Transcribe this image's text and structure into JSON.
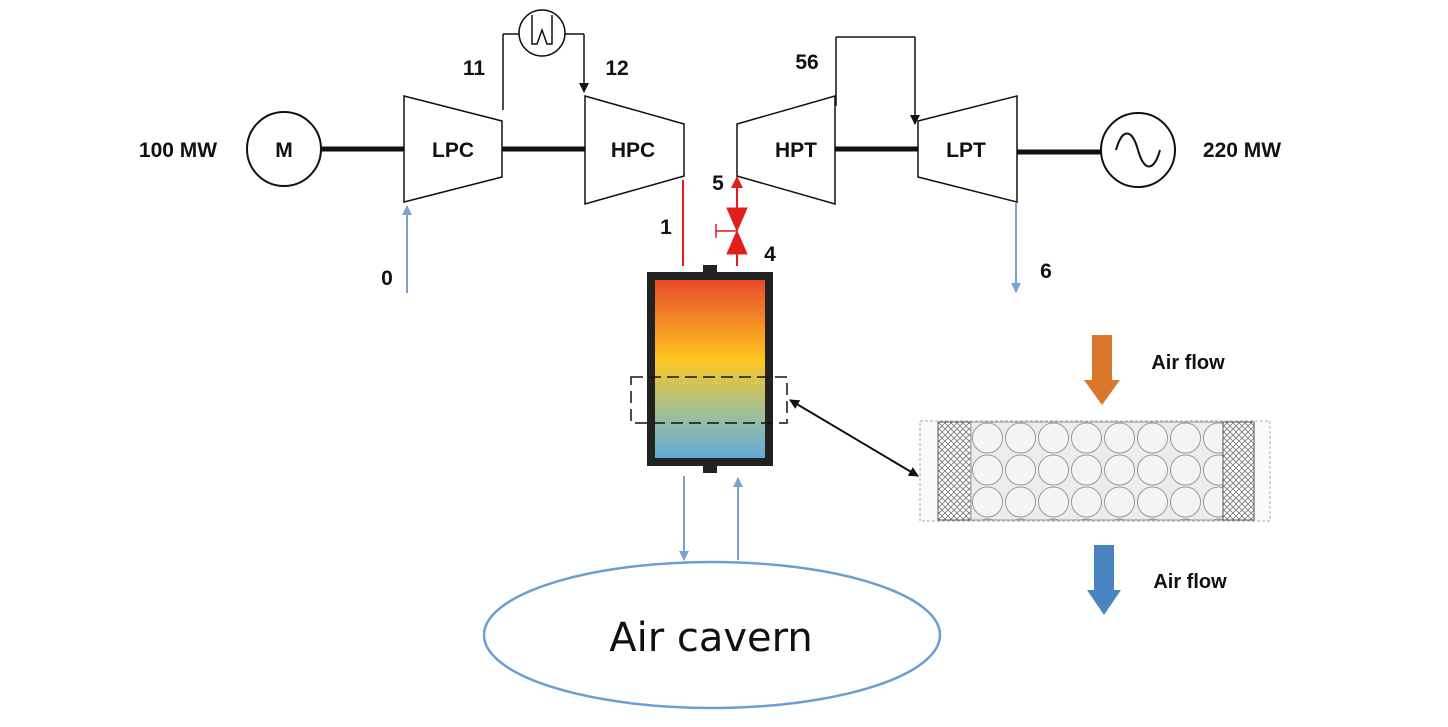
{
  "labels": {
    "motor_power": "100 MW",
    "generator_power": "220 MW",
    "motor": "M",
    "lpc": "LPC",
    "hpc": "HPC",
    "hpt": "HPT",
    "lpt": "LPT",
    "state_0": "0",
    "state_1": "1",
    "state_4": "4",
    "state_5": "5",
    "state_6": "6",
    "state_11": "11",
    "state_12": "12",
    "state_56": "56",
    "cavern": "Air cavern",
    "air_flow_top": "Air flow",
    "air_flow_bottom": "Air flow"
  },
  "colors": {
    "line": "#111111",
    "air_pipe": "#7ba3cf",
    "hot_pipe": "#e01e1e",
    "cavern_stroke": "#6a9fd4",
    "arrow_orange": "#d9782c",
    "arrow_blue": "#4a84c0",
    "tes_top": "#e8442a",
    "tes_mid": "#fdc620",
    "tes_bottom": "#5ea8dc"
  }
}
